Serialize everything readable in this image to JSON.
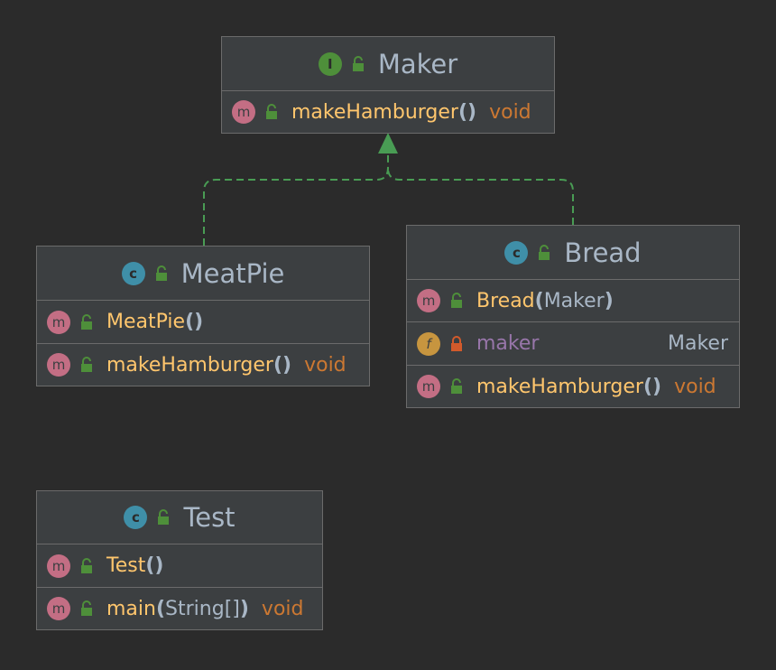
{
  "colors": {
    "background": "#2b2b2b",
    "box": "#3c3f41",
    "method_name": "#ffc66d",
    "return_type": "#cc7832",
    "field_name": "#9876aa",
    "text": "#a9b7c6",
    "edge": "#499c54"
  },
  "relations": [
    {
      "from": "MeatPie",
      "to": "Maker",
      "kind": "realization"
    },
    {
      "from": "Bread",
      "to": "Maker",
      "kind": "realization"
    }
  ],
  "classes": {
    "maker": {
      "kind_badge": "I",
      "kind_icon": "interface-icon",
      "name": "Maker",
      "members": [
        {
          "badge": "m",
          "name": "makeHamburger",
          "params": "",
          "type": "void"
        }
      ]
    },
    "meatpie": {
      "kind_badge": "c",
      "kind_icon": "class-icon",
      "name": "MeatPie",
      "members": [
        {
          "badge": "m",
          "name": "MeatPie",
          "params": "",
          "type": ""
        },
        {
          "badge": "m",
          "name": "makeHamburger",
          "params": "",
          "type": "void"
        }
      ]
    },
    "bread": {
      "kind_badge": "c",
      "kind_icon": "class-icon",
      "name": "Bread",
      "members": [
        {
          "badge": "m",
          "name": "Bread",
          "params": "Maker",
          "type": ""
        },
        {
          "badge": "f",
          "name": "maker",
          "params": "",
          "type": "Maker"
        },
        {
          "badge": "m",
          "name": "makeHamburger",
          "params": "",
          "type": "void"
        }
      ]
    },
    "test": {
      "kind_badge": "c",
      "kind_icon": "runnable-class-icon",
      "name": "Test",
      "members": [
        {
          "badge": "m",
          "name": "Test",
          "params": "",
          "type": ""
        },
        {
          "badge": "m",
          "name": "main",
          "params": "String[]",
          "type": "void"
        }
      ]
    }
  }
}
